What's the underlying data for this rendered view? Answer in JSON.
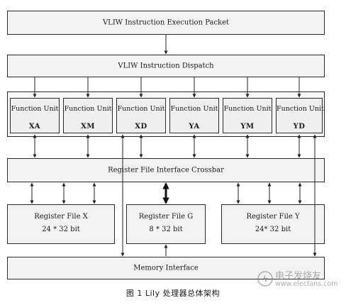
{
  "blocks": {
    "execution_packet": "VLIW Instruction Execution Packet",
    "dispatch": "VLIW Instruction Dispatch",
    "crossbar": "Register File Interface Crossbar",
    "memory_interface": "Memory Interface"
  },
  "function_units": [
    {
      "name": "Function Unit",
      "id": "XA"
    },
    {
      "name": "Function Unit",
      "id": "XM"
    },
    {
      "name": "Function Unit",
      "id": "XD"
    },
    {
      "name": "Function Unit",
      "id": "YA"
    },
    {
      "name": "Function Unit",
      "id": "YM"
    },
    {
      "name": "Function Unit",
      "id": "YD"
    }
  ],
  "register_files": [
    {
      "name": "Register File X",
      "size": "24 * 32  bit"
    },
    {
      "name": "Register File G",
      "size": "8 * 32 bit"
    },
    {
      "name": "Register File Y",
      "size": "24* 32  bit"
    }
  ],
  "caption": "图 1   Lily 处理器总体架构",
  "watermark": {
    "text": "电子发烧友",
    "url": "www.elecfans.com"
  }
}
